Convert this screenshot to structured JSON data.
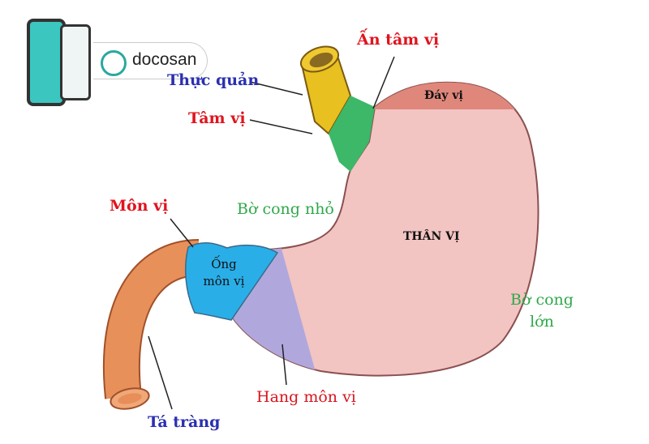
{
  "brand": {
    "name": "docosan"
  },
  "labels": {
    "an_tam_vi": "Ấn tâm vị",
    "thuc_quan": "Thực quản",
    "tam_vi": "Tâm vị",
    "day_vi": "Đáy vị",
    "mon_vi": "Môn vị",
    "bo_cong_nho": "Bờ cong nhỏ",
    "than_vi": "THÂN VỊ",
    "ong_mon_vi": "Ống môn vị",
    "bo_cong_lon": "Bờ cong lớn",
    "hang_mon_vi": "Hang môn vị",
    "ta_trang": "Tá tràng"
  },
  "colors": {
    "stomach": "#f2c4c2",
    "fundus": "#e0877c",
    "esophagus": "#e8c020",
    "cardia": "#3cb868",
    "pyloric_canal": "#2aaee8",
    "antrum": "#b0a8dc",
    "duodenum": "#e8905a"
  }
}
